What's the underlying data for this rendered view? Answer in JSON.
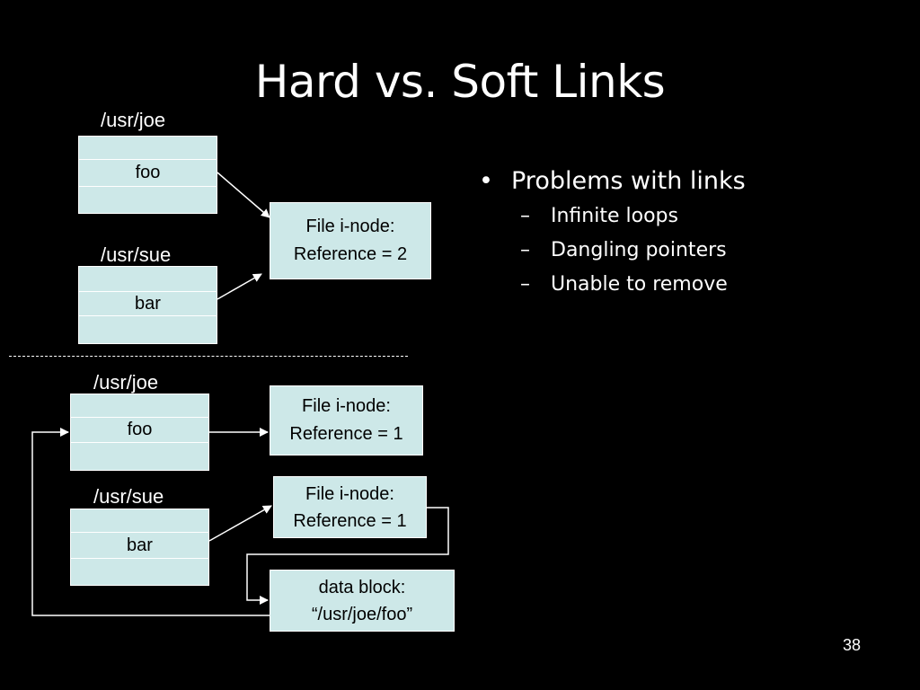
{
  "slide": {
    "title": "Hard vs. Soft Links",
    "page_number": "38"
  },
  "hard_links": {
    "joe_dir": {
      "label": "/usr/joe",
      "entry": "foo"
    },
    "sue_dir": {
      "label": "/usr/sue",
      "entry": "bar"
    },
    "inode": {
      "line1": "File i-node:",
      "line2": "Reference = 2"
    }
  },
  "soft_links": {
    "joe_dir": {
      "label": "/usr/joe",
      "entry": "foo"
    },
    "sue_dir": {
      "label": "/usr/sue",
      "entry": "bar"
    },
    "inode_joe": {
      "line1": "File i-node:",
      "line2": "Reference = 1"
    },
    "inode_sue": {
      "line1": "File i-node:",
      "line2": "Reference = 1"
    },
    "data_block": {
      "line1": "data block:",
      "line2": "“/usr/joe/foo”"
    }
  },
  "bullets": {
    "main": "Problems with links",
    "items": [
      "Infinite loops",
      "Dangling pointers",
      "Unable to remove"
    ]
  },
  "colors": {
    "background": "#000000",
    "box_fill": "#cde8e8",
    "line": "#ffffff"
  }
}
